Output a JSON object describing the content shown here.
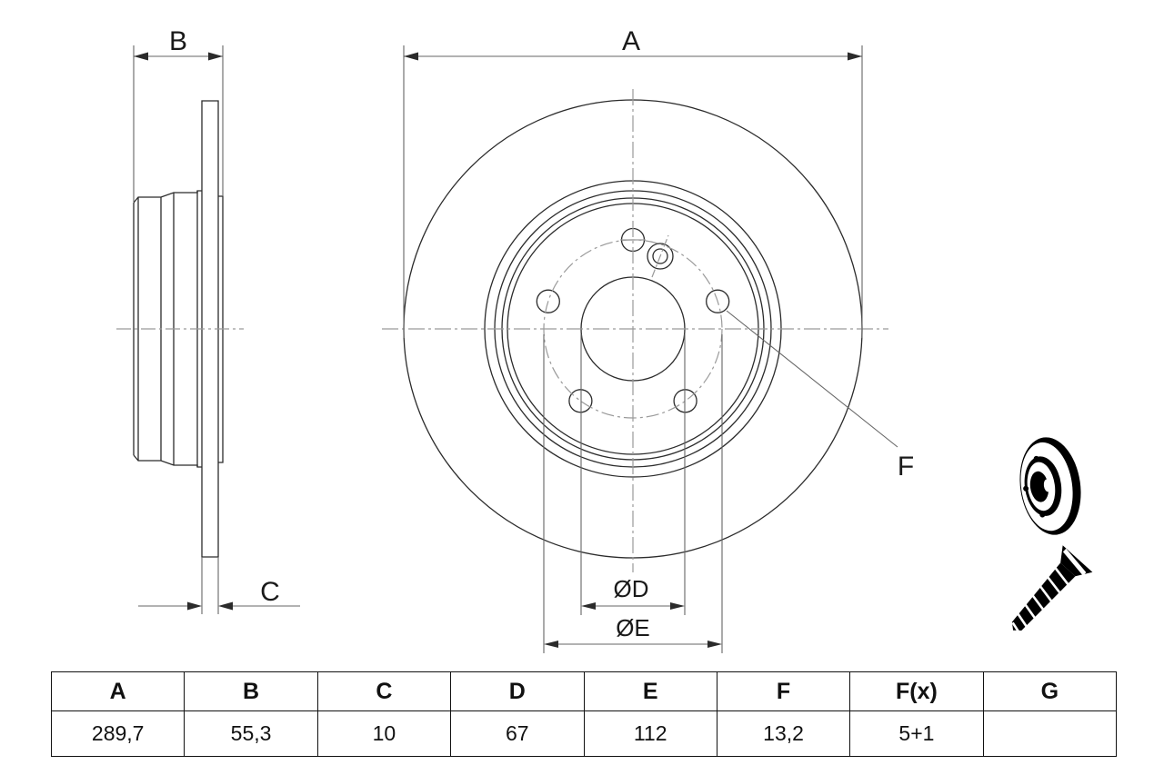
{
  "labels": {
    "a": "A",
    "b": "B",
    "c": "C",
    "f": "F",
    "od": "ØD",
    "oe": "ØE"
  },
  "table": {
    "columns": [
      {
        "header": "A",
        "value": "289,7"
      },
      {
        "header": "B",
        "value": "55,3"
      },
      {
        "header": "C",
        "value": "10"
      },
      {
        "header": "D",
        "value": "67"
      },
      {
        "header": "E",
        "value": "112"
      },
      {
        "header": "F",
        "value": "13,2"
      },
      {
        "header": "F(x)",
        "value": "5+1"
      },
      {
        "header": "G",
        "value": ""
      }
    ]
  },
  "icons": [
    "brake-disc-icon",
    "locating-screw-icon"
  ],
  "colors": {
    "object_line": "#2b2b2b",
    "dimension_line": "#666666",
    "centerline": "#9a9a9a",
    "text": "#1a1a1a",
    "background": "#ffffff"
  }
}
